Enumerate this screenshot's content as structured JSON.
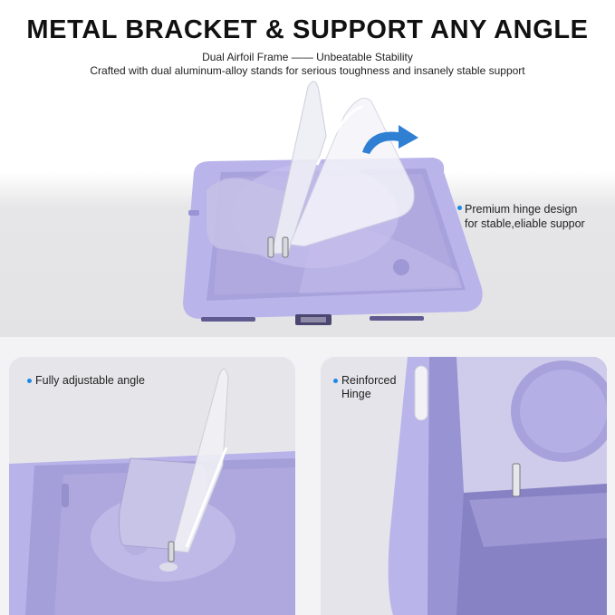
{
  "header": {
    "title": "METAL BRACKET & SUPPORT ANY ANGLE",
    "subtitle_line1": "Dual Airfoil Frame —— Unbeatable Stability",
    "subtitle_line2": "Crafted with dual aluminum-alloy stands for serious toughness and insanely stable support"
  },
  "callouts": {
    "hinge_design": [
      "Premium hinge design",
      "for stable,eliable suppor"
    ],
    "adjustable": "Fully adjustable angle",
    "reinforced": [
      "Reinforced",
      "Hinge"
    ]
  },
  "colors": {
    "case_lavender": "#b7b2e8",
    "case_dark": "#8e88cc",
    "accent_dot": "#1e88e5",
    "arrow_blue": "#2f7fd3"
  },
  "icons": [
    "rotate-arrow-icon",
    "bullet-dot-icon"
  ]
}
